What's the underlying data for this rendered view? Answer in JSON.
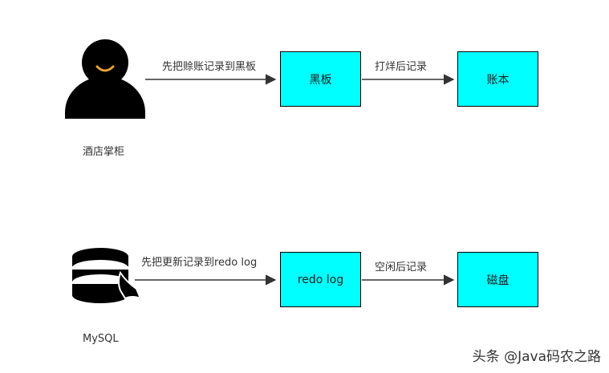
{
  "colors": {
    "box_fill": "#00ffff",
    "icon": "#000000",
    "smile": "#e8a43c",
    "arrow": "#333333"
  },
  "row1": {
    "actor_caption": "酒店掌柜",
    "arrow1_label": "先把赊账记录到黑板",
    "box1": "黑板",
    "arrow2_label": "打烊后记录",
    "box2": "账本"
  },
  "row2": {
    "actor_caption": "MySQL",
    "arrow1_label": "先把更新记录到redo log",
    "box1": "redo log",
    "arrow2_label": "空闲后记录",
    "box2": "磁盘"
  },
  "watermark": "头条 @Java码农之路"
}
